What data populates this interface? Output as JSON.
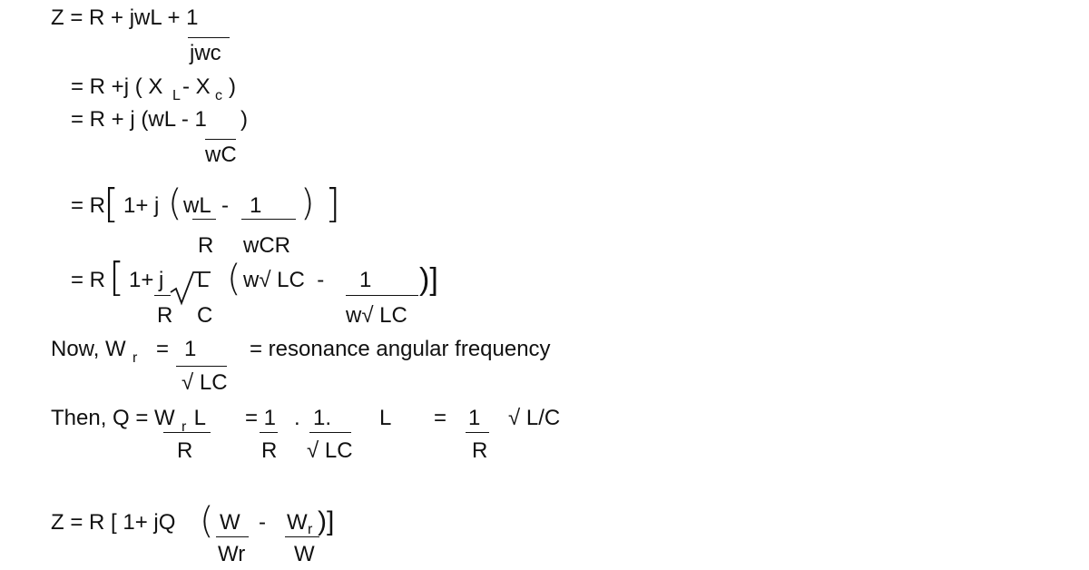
{
  "eq1": {
    "lhs": "Z = R + jwL + 1",
    "den": "jwc"
  },
  "eq2": {
    "start": "= R +j ( X",
    "sub_l": "L",
    "minus": "- X",
    "sub_c": "c",
    "close": ")"
  },
  "eq3": {
    "start": "= R + j (wL - 1",
    "close": ")",
    "den": "wC"
  },
  "eq4": {
    "start": "= R",
    "open_bracket": "[",
    "inner": "1+ j",
    "open_paren": "(",
    "num1": "wL",
    "minus": "-",
    "num2": "1",
    "close_paren": ")",
    "close_bracket": "]",
    "den1": "R",
    "den2": "wCR"
  },
  "eq5": {
    "start": "= R",
    "open_bracket": "[",
    "one_plus": "1+",
    "j": "j",
    "den_r": "R",
    "sqrt": "√",
    "sqrt_num": "L",
    "sqrt_den": "C",
    "open_paren": "(",
    "term1": "w√ LC  -",
    "num2": "1",
    "den2": "w√ LC",
    "close": ")]"
  },
  "now": {
    "label": "Now, W",
    "sub": "r",
    "eq": "=",
    "num": "1",
    "den": "√ LC",
    "desc": "= resonance angular frequency"
  },
  "then": {
    "label": "Then, Q = W",
    "sub": "r",
    "num_tail": " L",
    "den": "R",
    "eq2_num": "= 1",
    "dot": ".",
    "frac2_num": "1.",
    "l": "L",
    "eq3": "=",
    "frac3_num": "1",
    "den2": "R",
    "frac2_den": "√ LC",
    "den3": "R",
    "result": "√ L/C"
  },
  "final": {
    "start": "Z = R [ 1+ jQ",
    "open_paren": "(",
    "num1": "W",
    "minus": "-",
    "num2_main": "W",
    "num2_sub": "r",
    "close": ")]",
    "den1": "Wr",
    "den2": "W"
  }
}
